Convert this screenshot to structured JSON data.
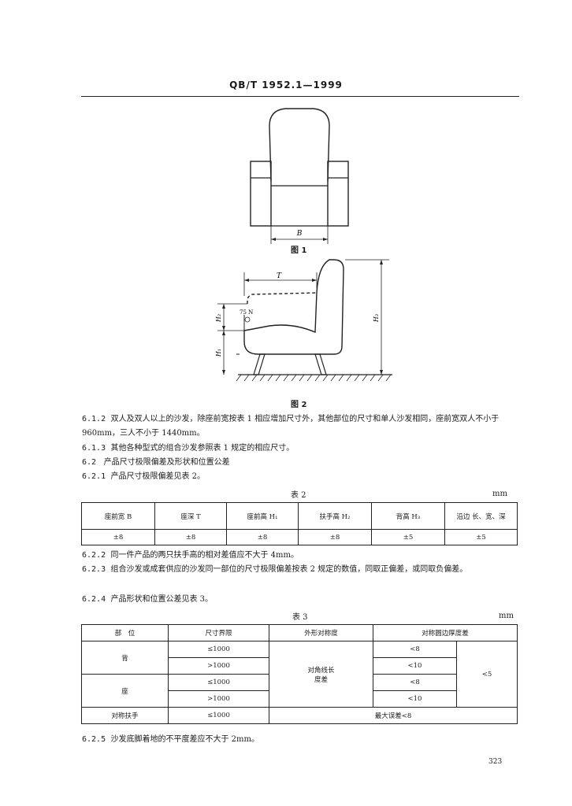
{
  "header": {
    "standard_code": "QB/T 1952.1—1999"
  },
  "figure1": {
    "caption": "图 1",
    "label_B": "B"
  },
  "figure2": {
    "caption": "图 2",
    "label_T": "T",
    "label_H1": "H₁",
    "label_H2": "H₂",
    "label_H3": "H₃",
    "force_label": "75 N"
  },
  "paragraphs": [
    {
      "num": "6.1.2",
      "text": "双人及双人以上的沙发，除座前宽按表 1 相应增加尺寸外，其他部位的尺寸和单人沙发相同，座前宽双人不小于 960mm，三人不小于 1440mm。"
    },
    {
      "num": "6.1.3",
      "text": "其他各种型式的组合沙发参照表 1 规定的相应尺寸。"
    },
    {
      "num": "6.2",
      "text": "产品尺寸极限偏差及形状和位置公差"
    },
    {
      "num": "6.2.1",
      "text": "产品尺寸极限偏差见表 2。"
    }
  ],
  "table2": {
    "title": "表 2",
    "unit": "mm",
    "headers": [
      "座前宽 B",
      "座深 T",
      "座前高 H₁",
      "扶手高 H₂",
      "背高 H₃",
      "沿边 长、宽、深"
    ],
    "values": [
      "±8",
      "±8",
      "±8",
      "±8",
      "±5",
      "±5"
    ]
  },
  "paragraphs2": [
    {
      "num": "6.2.2",
      "text": "同一件产品的两只扶手高的相对差值应不大于 4mm。"
    },
    {
      "num": "6.2.3",
      "text": "组合沙发或成套供应的沙发同一部位的尺寸极限偏差按表 2 规定的数值，同取正偏差，或同取负偏差。"
    },
    {
      "num": "6.2.4",
      "text": "产品形状和位置公差见表 3。"
    }
  ],
  "table3": {
    "title": "表 3",
    "unit": "mm",
    "headers": [
      "部　位",
      "尺寸界限",
      "外形对称度",
      "对称圆边厚度差"
    ],
    "part_back": "背",
    "part_seat": "座",
    "part_armrest": "对称扶手",
    "limits": [
      "≤1000",
      ">1000",
      "≤1000",
      ">1000",
      "≤1000"
    ],
    "symmetry_label": "对角线长度差",
    "symmetry_values": [
      "<8",
      "<10",
      "<8",
      "<10"
    ],
    "edge_thickness_value": "<5",
    "armrest_max_error": "最大误差<8"
  },
  "paragraph_last": {
    "num": "6.2.5",
    "text": "沙发底脚着地的不平度差应不大于 2mm。"
  },
  "page_number": "323"
}
